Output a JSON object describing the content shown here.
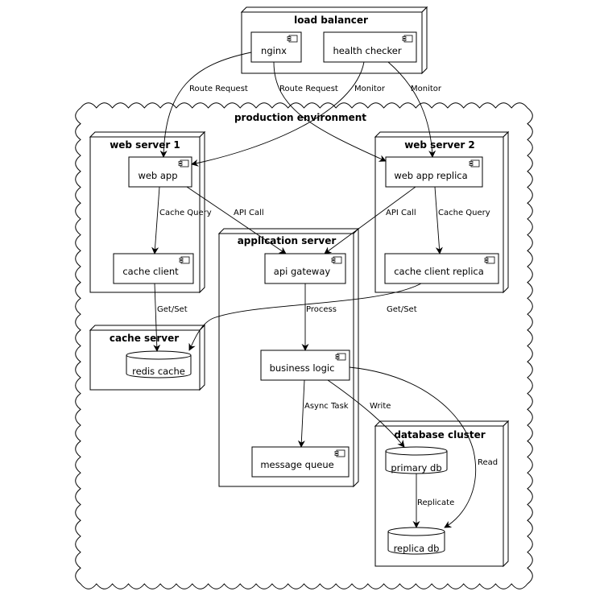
{
  "diagram": {
    "environment_label": "production environment",
    "nodes": {
      "load_balancer": {
        "title": "load balancer",
        "components": {
          "nginx": "nginx",
          "health_checker": "health checker"
        }
      },
      "web_server_1": {
        "title": "web server 1",
        "components": {
          "web_app": "web app",
          "cache_client": "cache client"
        }
      },
      "web_server_2": {
        "title": "web server 2",
        "components": {
          "web_app_replica": "web app replica",
          "cache_client_replica": "cache client replica"
        }
      },
      "application_server": {
        "title": "application server",
        "components": {
          "api_gateway": "api gateway",
          "business_logic": "business logic",
          "message_queue": "message queue"
        }
      },
      "cache_server": {
        "title": "cache server",
        "components": {
          "redis_cache": "redis cache"
        }
      },
      "database_cluster": {
        "title": "database cluster",
        "components": {
          "primary_db": "primary db",
          "replica_db": "replica db"
        }
      }
    },
    "edges": {
      "nginx_web_app": "Route Request",
      "nginx_web_app_replica": "Route Request",
      "health_web_app": "Monitor",
      "health_web_app_replica": "Monitor",
      "web_app_cache_client": "Cache Query",
      "web_app_api_gateway": "API Call",
      "replica_api_gateway": "API Call",
      "replica_cache_client_replica": "Cache Query",
      "cache_client_redis": "Get/Set",
      "cache_client_replica_redis": "Get/Set",
      "api_gateway_business_logic": "Process",
      "business_logic_message_queue": "Async Task",
      "business_logic_primary_db": "Write",
      "business_logic_replica_db": "Read",
      "primary_replica": "Replicate"
    }
  }
}
